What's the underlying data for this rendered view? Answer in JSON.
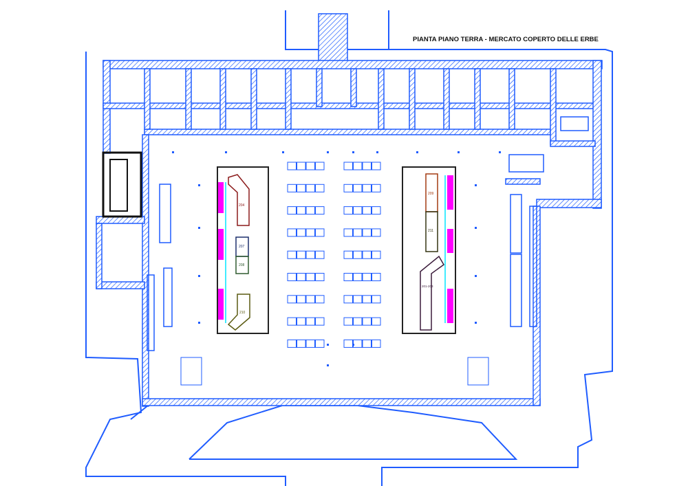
{
  "title": "PIANTA PIANO TERRA - MERCATO COPERTO DELLE ERBE",
  "colors": {
    "wall": "#1f5cff",
    "stall": "#1f5cff",
    "magenta": "#ff00ff",
    "cyan": "#00e5ff",
    "dark": "#222222"
  },
  "grid": {
    "rows": 9,
    "columns": 2,
    "boxes_per_group": 4
  },
  "stands": [
    {
      "label": "204",
      "color": "#8b1a1a"
    },
    {
      "label": "207",
      "color": "#1c2f6b"
    },
    {
      "label": "208",
      "color": "#2f5a2f"
    },
    {
      "label": "210",
      "color": "#5a5a10"
    },
    {
      "label": "209",
      "color": "#a33a10"
    },
    {
      "label": "211",
      "color": "#333310"
    },
    {
      "label": "201-203",
      "color": "#3a1a3a"
    }
  ]
}
